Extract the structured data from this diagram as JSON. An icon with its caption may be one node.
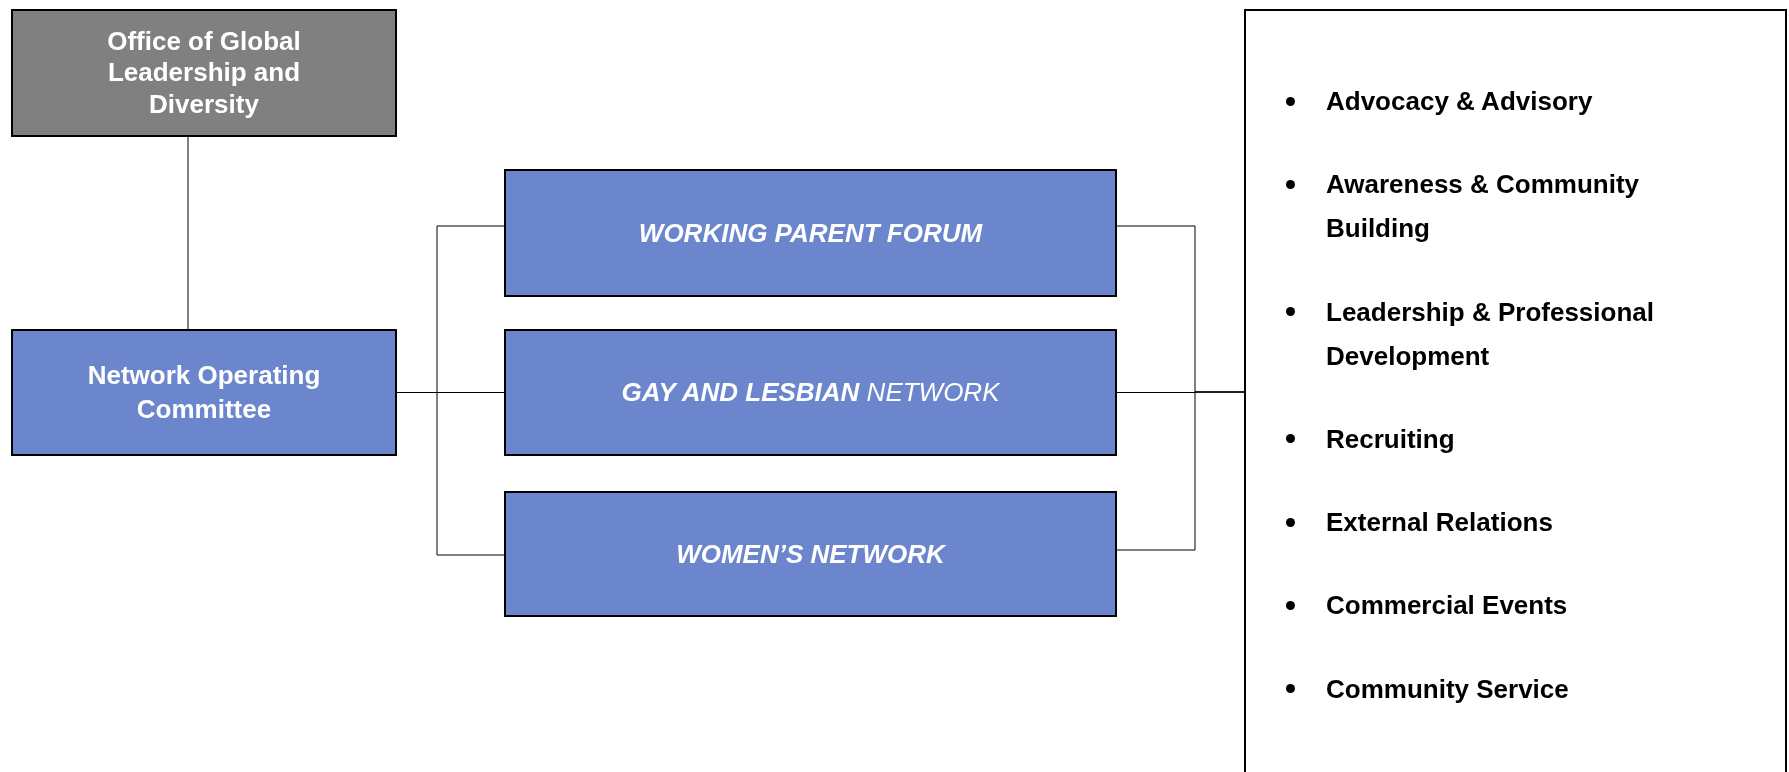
{
  "diagram": {
    "nodes": [
      {
        "text": [
          "Office of Global Leadership and Diversity"
        ]
      },
      {
        "text": [
          "Network Operating Committee"
        ]
      },
      {
        "text": [
          "WORKING PARENT FORUM"
        ]
      },
      {
        "text": [
          "**GAY AND LESBIAN** NETWORK"
        ]
      },
      {
        "text": [
          "WOMEN’S NETWORK"
        ]
      },
      {
        "text": [
          "Advocacy & Advisory",
          "Awareness & Community Building",
          "Leadership & Professional Development",
          "Recruiting",
          "External Relations",
          "Commercial Events",
          "Community Service"
        ]
      }
    ],
    "edges": [
      {
        "from": 0,
        "to": 1,
        "arrow": "none"
      },
      {
        "from": 1,
        "to": 2,
        "arrow": "none"
      },
      {
        "from": 1,
        "to": 3,
        "arrow": "none"
      },
      {
        "from": 1,
        "to": 4,
        "arrow": "none"
      },
      {
        "from": 2,
        "to": 5,
        "arrow": "none"
      },
      {
        "from": 3,
        "to": 5,
        "arrow": "none"
      },
      {
        "from": 4,
        "to": 5,
        "arrow": "none"
      }
    ]
  }
}
